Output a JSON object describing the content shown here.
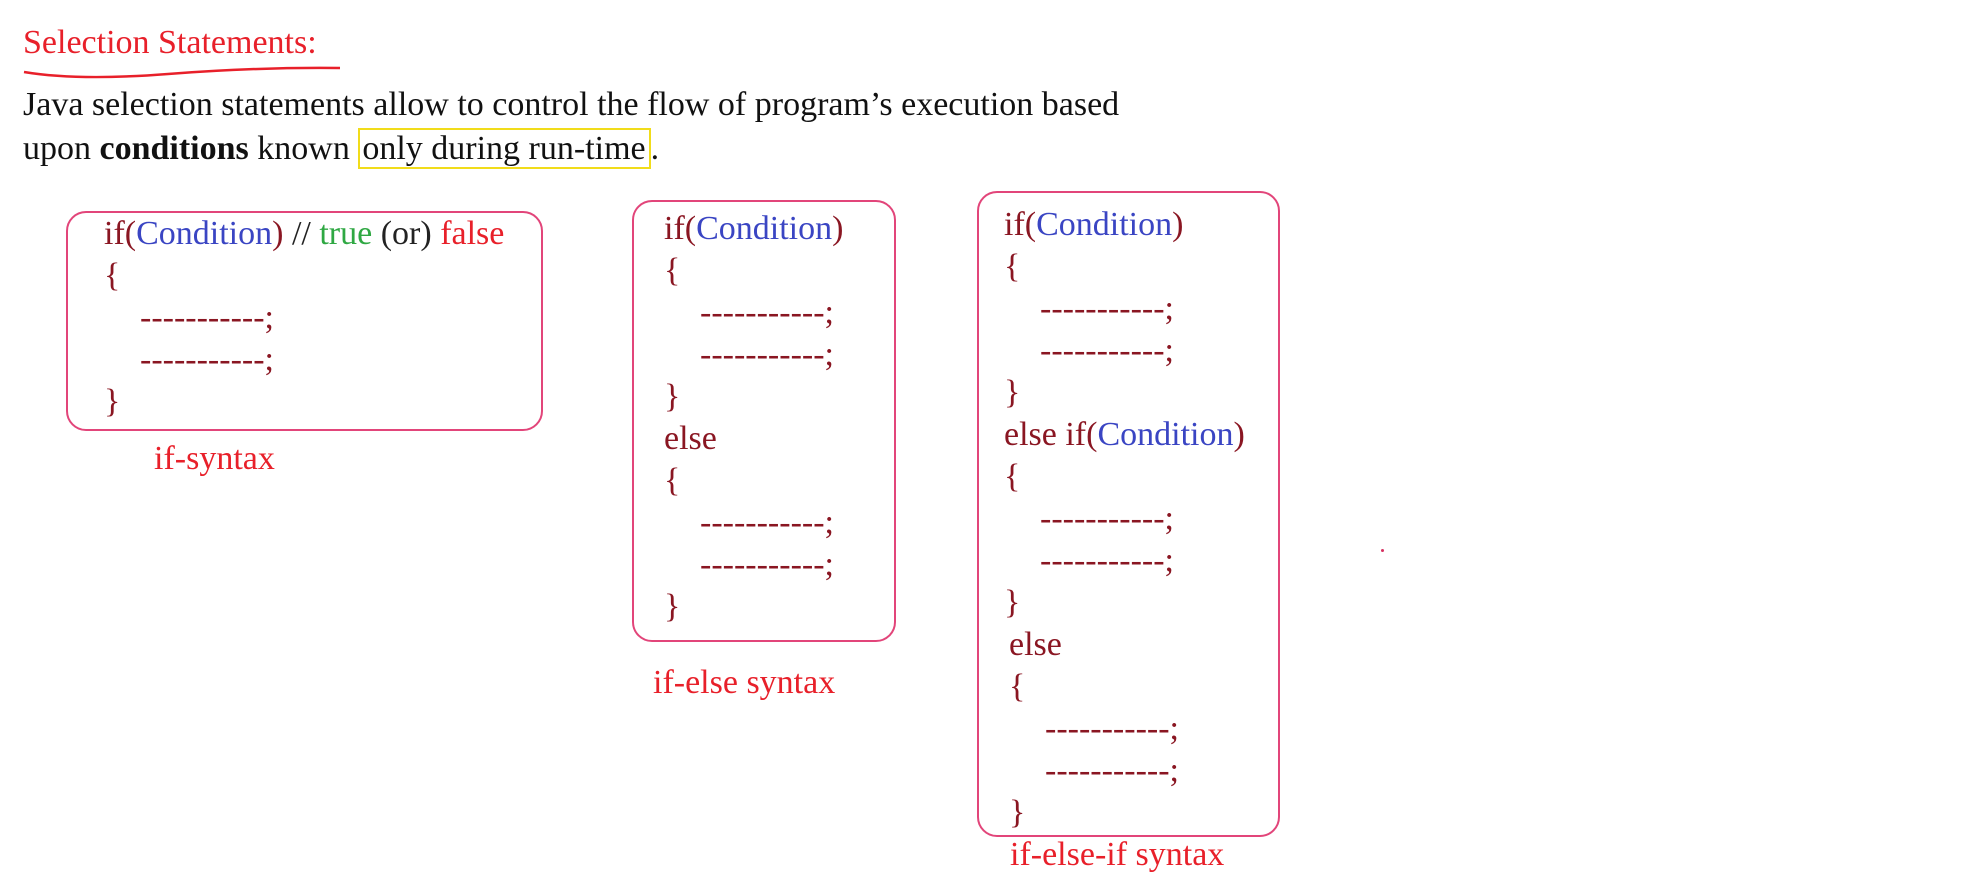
{
  "heading": "Selection Statements:",
  "intro": {
    "line1": "Java selection statements allow to control the flow of program’s execution based",
    "line2_pre": "upon ",
    "line2_bold": "conditions",
    "line2_mid": " known ",
    "line2_highlight": "only during run-time",
    "line2_end": "."
  },
  "syntax_if": {
    "kw_if": "if(",
    "condition": "Condition",
    "close_paren": ")",
    "comment": " // ",
    "true_word": "true",
    "or_word": " (or) ",
    "false_word": "false",
    "open_brace": "{",
    "stmt1": "-----------;",
    "stmt2": "-----------;",
    "close_brace": "}",
    "caption": "if-syntax"
  },
  "syntax_if_else": {
    "kw_if": "if(",
    "condition": "Condition",
    "close_paren": ")",
    "open_brace1": "{",
    "stmt1": "-----------;",
    "stmt2": "-----------;",
    "close_brace1": "}",
    "kw_else": "else",
    "open_brace2": "{",
    "stmt3": "-----------;",
    "stmt4": "-----------;",
    "close_brace2": "}",
    "caption": "if-else syntax"
  },
  "syntax_if_else_if": {
    "kw_if": "if(",
    "condition": "Condition",
    "close_paren": ")",
    "open_brace1": "{",
    "stmt1": "-----------;",
    "stmt2": "-----------;",
    "close_brace1": "}",
    "kw_else_if": "else  if(",
    "condition2": "Condition",
    "close_paren2": ")",
    "open_brace2": "{",
    "stmt3": "-----------;",
    "stmt4": "-----------;",
    "close_brace2": "}",
    "kw_else": "else",
    "open_brace3": "{",
    "stmt5": "-----------;",
    "stmt6": "-----------;",
    "close_brace3": "}",
    "caption": "if-else-if syntax"
  },
  "colors": {
    "heading": "#e8202a",
    "keyword": "#8a1622",
    "condition": "#3a45c3",
    "true": "#2fa843",
    "false": "#e8202a",
    "box_border": "#e2457a",
    "highlight_border": "#f1dc1a"
  }
}
